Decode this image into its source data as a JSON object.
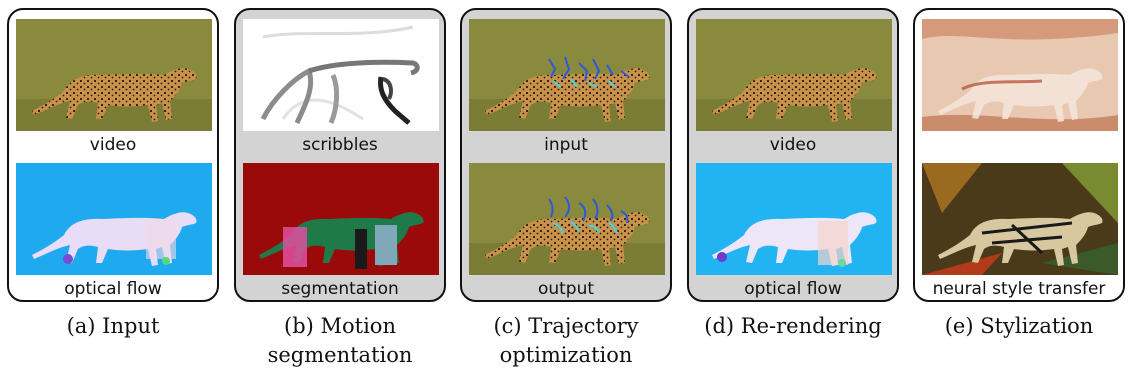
{
  "panels": [
    {
      "caption": "(a) Input",
      "top_label": "video",
      "bottom_label": "optical flow"
    },
    {
      "caption": "(b) Motion segmentation",
      "top_label": "scribbles",
      "bottom_label": "segmentation"
    },
    {
      "caption": "(c) Trajectory optimization",
      "top_label": "input",
      "bottom_label": "output"
    },
    {
      "caption": "(d) Re-rendering",
      "top_label": "video",
      "bottom_label": "optical flow"
    },
    {
      "caption": "(e) Stylization",
      "top_label": "",
      "bottom_label": "neural style transfer"
    }
  ]
}
